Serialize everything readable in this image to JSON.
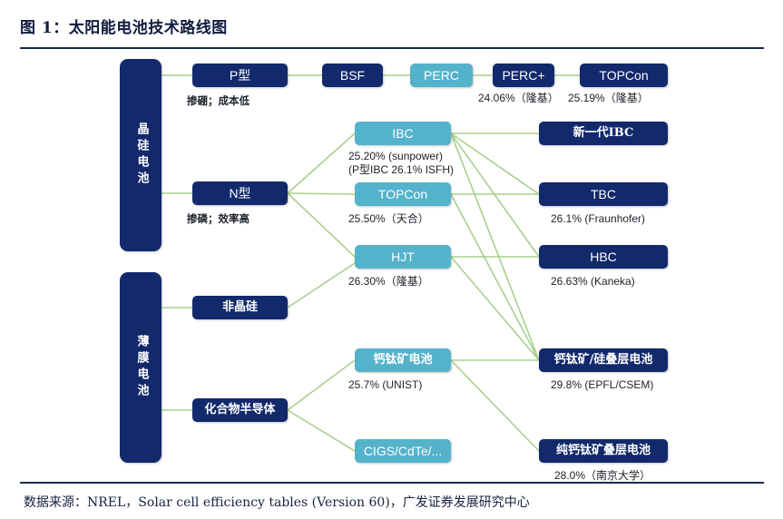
{
  "figure": {
    "title": "图 1：太阳能电池技术路线图",
    "source": "数据来源：NREL，Solar cell efficiency tables (Version 60)，广发证券发展研究中心"
  },
  "colors": {
    "navy": "#12296b",
    "teal": "#55b2cb",
    "edge": "#a8cf8e",
    "rule": "#1b2a52",
    "title_text": "#101b3f"
  },
  "spines": [
    {
      "id": "crystalline",
      "label": "晶硅电池"
    },
    {
      "id": "thinfilm",
      "label": "薄膜电池"
    }
  ],
  "nodes": [
    {
      "id": "p-type",
      "label": "P型",
      "style": "navy",
      "script": "latin"
    },
    {
      "id": "bsf",
      "label": "BSF",
      "style": "navy",
      "script": "latin"
    },
    {
      "id": "perc",
      "label": "PERC",
      "style": "teal",
      "script": "latin"
    },
    {
      "id": "perc-plus",
      "label": "PERC+",
      "style": "navy",
      "script": "latin"
    },
    {
      "id": "topcon-top",
      "label": "TOPCon",
      "style": "navy",
      "script": "latin"
    },
    {
      "id": "n-type",
      "label": "N型",
      "style": "navy",
      "script": "latin"
    },
    {
      "id": "ibc",
      "label": "IBC",
      "style": "teal",
      "script": "latin"
    },
    {
      "id": "topcon",
      "label": "TOPCon",
      "style": "teal",
      "script": "latin"
    },
    {
      "id": "hjt",
      "label": "HJT",
      "style": "teal",
      "script": "latin"
    },
    {
      "id": "new-gen-ibc",
      "label": "新一代IBC",
      "style": "navy",
      "script": "cn"
    },
    {
      "id": "tbc",
      "label": "TBC",
      "style": "navy",
      "script": "latin"
    },
    {
      "id": "hbc",
      "label": "HBC",
      "style": "navy",
      "script": "latin"
    },
    {
      "id": "amorphous-si",
      "label": "非晶硅",
      "style": "navy",
      "script": "cn"
    },
    {
      "id": "compound-semi",
      "label": "化合物半导体",
      "style": "navy",
      "script": "cn"
    },
    {
      "id": "perovskite",
      "label": "钙钛矿电池",
      "style": "teal",
      "script": "cn"
    },
    {
      "id": "cigs-cdte",
      "label": "CIGS/CdTe/...",
      "style": "teal",
      "script": "latin"
    },
    {
      "id": "perov-si",
      "label": "钙钛矿/硅叠层电池",
      "style": "navy",
      "script": "cn"
    },
    {
      "id": "pure-perov",
      "label": "纯钙钛矿叠层电池",
      "style": "navy",
      "script": "cn"
    }
  ],
  "annotations": [
    {
      "id": "p-type-note",
      "text": "掺硼；成本低",
      "script": "cn"
    },
    {
      "id": "n-type-note",
      "text": "掺磷；效率高",
      "script": "cn"
    },
    {
      "id": "perc-plus-note",
      "text": "24.06%（隆基）",
      "script": "mixed"
    },
    {
      "id": "topcon-top-note",
      "text": "25.19%（隆基）",
      "script": "mixed"
    },
    {
      "id": "ibc-note-1",
      "text": "25.20%  (sunpower)",
      "script": "latin"
    },
    {
      "id": "ibc-note-2",
      "text": "(P型IBC 26.1% ISFH)",
      "script": "mixed"
    },
    {
      "id": "topcon-note",
      "text": "25.50%（天合）",
      "script": "mixed"
    },
    {
      "id": "hjt-note",
      "text": "26.30%（隆基）",
      "script": "mixed"
    },
    {
      "id": "tbc-note",
      "text": "26.1% (Fraunhofer)",
      "script": "latin"
    },
    {
      "id": "hbc-note",
      "text": "26.63%  (Kaneka)",
      "script": "latin"
    },
    {
      "id": "perovskite-note",
      "text": "25.7%  (UNIST)",
      "script": "latin"
    },
    {
      "id": "perov-si-note",
      "text": "29.8%  (EPFL/CSEM)",
      "script": "latin"
    },
    {
      "id": "pure-perov-note",
      "text": "28.0%（南京大学）",
      "script": "mixed"
    }
  ]
}
